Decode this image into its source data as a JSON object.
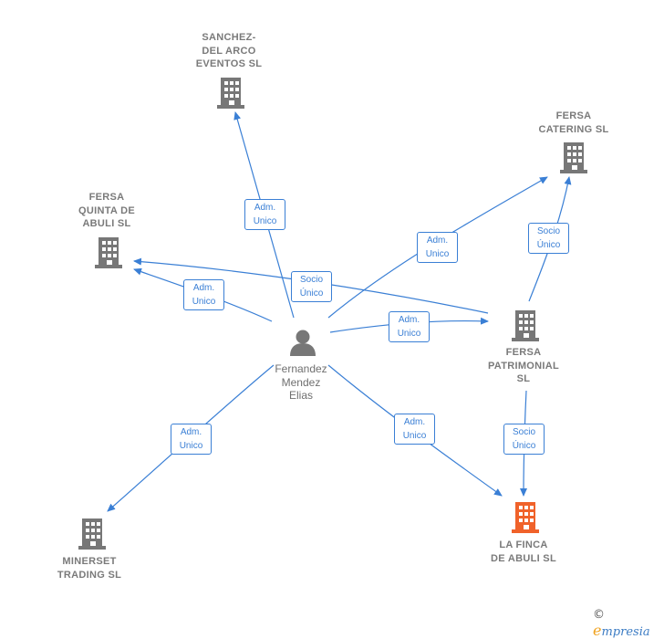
{
  "nodes": {
    "sanchez": {
      "lines": [
        "SANCHEZ-",
        "DEL ARCO",
        "EVENTOS SL"
      ]
    },
    "fersa_catering": {
      "lines": [
        "FERSA",
        "CATERING  SL"
      ]
    },
    "fersa_quinta": {
      "lines": [
        "FERSA",
        "QUINTA DE",
        "ABULI  SL"
      ]
    },
    "fersa_patrimonial": {
      "lines": [
        "FERSA",
        "PATRIMONIAL",
        "SL"
      ]
    },
    "la_finca": {
      "lines": [
        "LA FINCA",
        "DE ABULI  SL"
      ]
    },
    "minerset": {
      "lines": [
        "MINERSET",
        "TRADING  SL"
      ]
    },
    "person": {
      "lines": [
        "Fernandez",
        "Mendez",
        "Elias"
      ]
    }
  },
  "edges": {
    "to_sanchez": {
      "lines": [
        "Adm.",
        "Unico"
      ]
    },
    "to_quinta": {
      "lines": [
        "Adm.",
        "Unico"
      ]
    },
    "to_catering": {
      "lines": [
        "Adm.",
        "Unico"
      ]
    },
    "to_patrimonial": {
      "lines": [
        "Adm.",
        "Unico"
      ]
    },
    "patrimonial_to_quinta": {
      "lines": [
        "Socio",
        "Único"
      ]
    },
    "patrimonial_to_catering": {
      "lines": [
        "Socio",
        "Único"
      ]
    },
    "to_finca": {
      "lines": [
        "Adm.",
        "Unico"
      ]
    },
    "patrimonial_to_finca": {
      "lines": [
        "Socio",
        "Único"
      ]
    },
    "to_minerset": {
      "lines": [
        "Adm.",
        "Unico"
      ]
    }
  },
  "colors": {
    "edge": "#3a7fd5",
    "building": "#777777",
    "building_highlight": "#f0622a",
    "person": "#777777"
  },
  "brand": {
    "copyright": "©",
    "e": "e",
    "rest": "mpresia"
  }
}
